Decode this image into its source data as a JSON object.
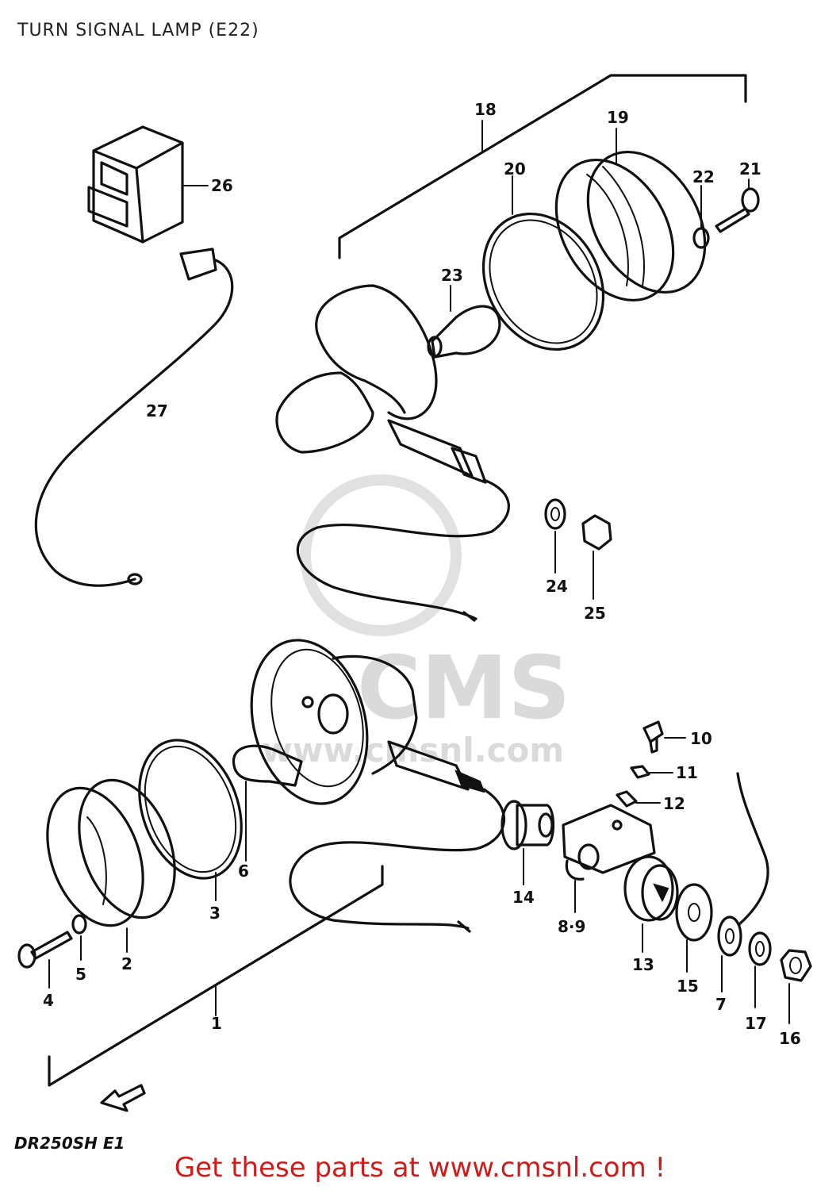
{
  "title": "TURN SIGNAL LAMP (E22)",
  "model_code": "DR250SH E1",
  "watermark": {
    "main": "CMS",
    "sub": "www.cmsnl.com"
  },
  "footer": "Get these parts at www.cmsnl.com !",
  "callouts": {
    "c1": "1",
    "c2": "2",
    "c3": "3",
    "c4": "4",
    "c5": "5",
    "c6": "6",
    "c7": "7",
    "c89": "8·9",
    "c10": "10",
    "c11": "11",
    "c12": "12",
    "c13": "13",
    "c14": "14",
    "c15": "15",
    "c16": "16",
    "c17": "17",
    "c18": "18",
    "c19": "19",
    "c20": "20",
    "c21": "21",
    "c22": "22",
    "c23": "23",
    "c24": "24",
    "c25": "25",
    "c26": "26",
    "c27": "27"
  },
  "colors": {
    "footer_text": "#d11a1a",
    "watermark": "#d6d6d6",
    "ink": "#111111"
  }
}
